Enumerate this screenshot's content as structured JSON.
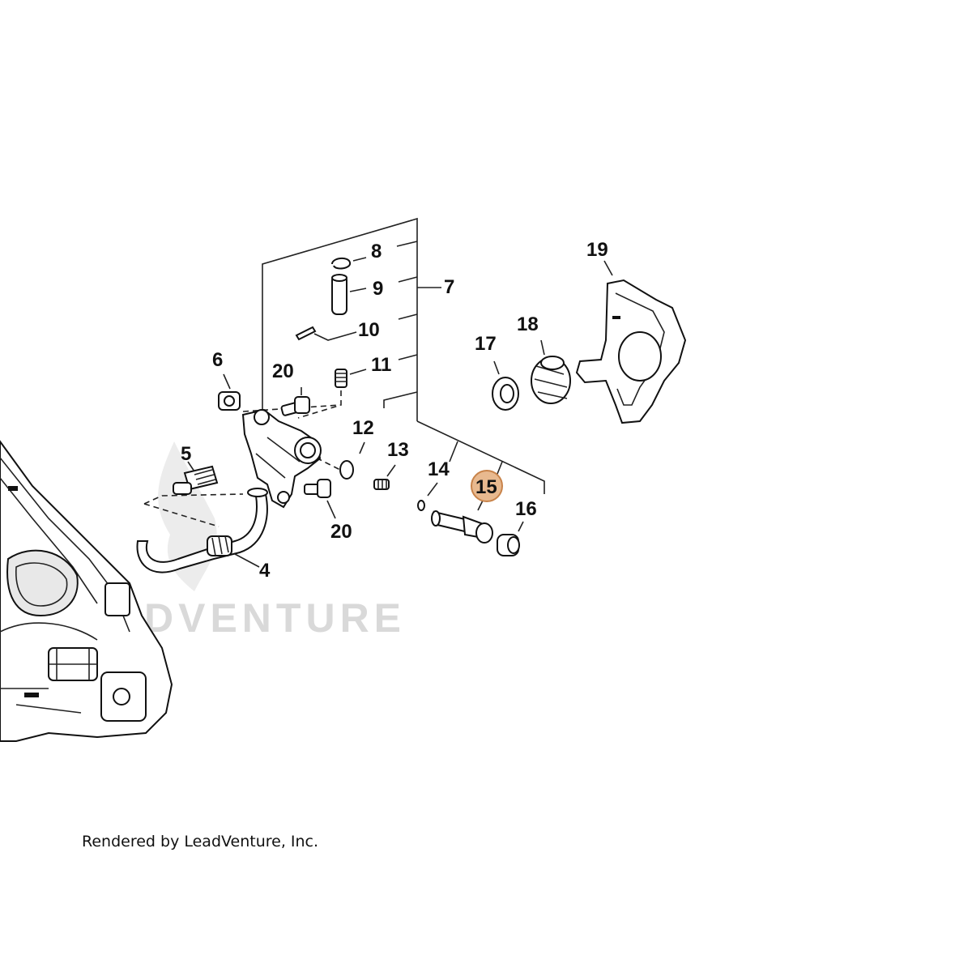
{
  "labels": {
    "l4": "4",
    "l5": "5",
    "l6": "6",
    "l7": "7",
    "l8": "8",
    "l9": "9",
    "l10": "10",
    "l11": "11",
    "l12": "12",
    "l13": "13",
    "l14": "14",
    "l15": "15",
    "l16": "16",
    "l17": "17",
    "l18": "18",
    "l19": "19",
    "l20a": "20",
    "l20b": "20"
  },
  "highlight": {
    "part": "15",
    "fill": "#e8b98f",
    "stroke": "#c8834a"
  },
  "watermark": "LEADVENTURE",
  "footer": "Rendered by LeadVenture, Inc."
}
